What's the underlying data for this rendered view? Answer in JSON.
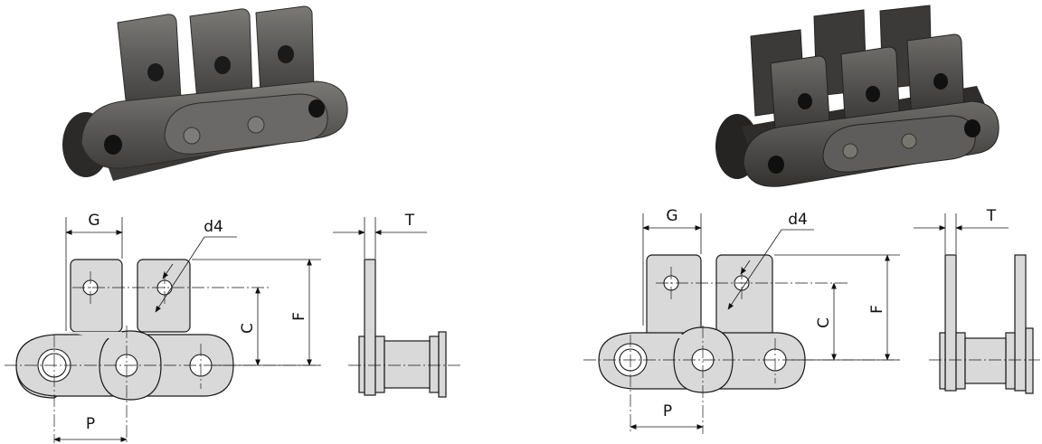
{
  "diagrams": {
    "left": {
      "labels": {
        "g": "G",
        "d4": "d4",
        "t": "T",
        "c": "C",
        "f": "F",
        "p": "P"
      },
      "photo": {
        "plate_color": "#5b5a58",
        "type": "single-side attachment chain"
      }
    },
    "right": {
      "labels": {
        "g": "G",
        "d4": "d4",
        "t": "T",
        "c": "C",
        "f": "F",
        "p": "P"
      },
      "photo": {
        "plate_color": "#4f4e4c",
        "type": "double-side attachment chain"
      }
    }
  },
  "colors": {
    "line": "#1a1a1a",
    "plate_fill": "#d9d9d9",
    "background": "#ffffff"
  }
}
